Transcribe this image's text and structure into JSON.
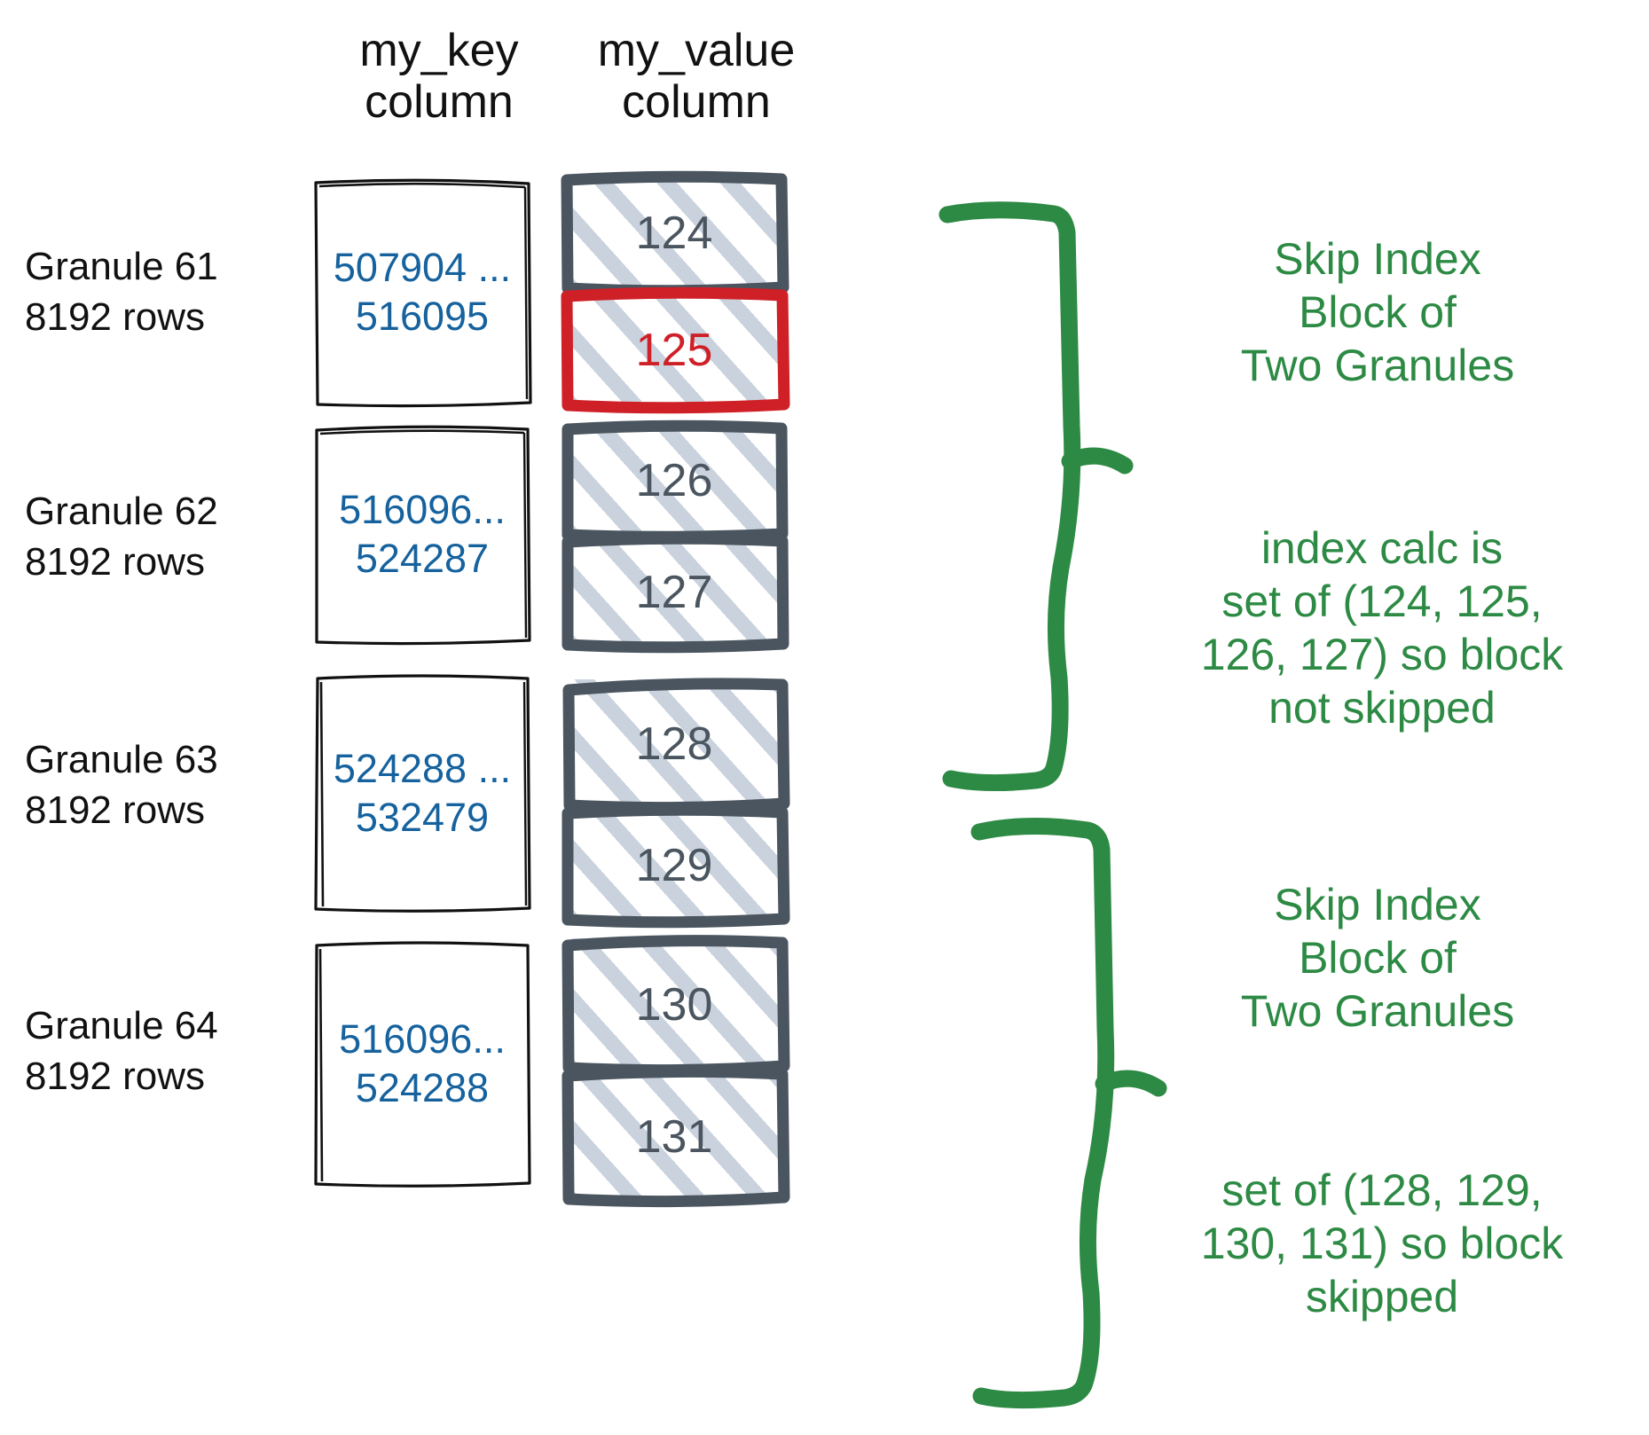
{
  "columns": {
    "key_header": "my_key\ncolumn",
    "value_header": "my_value\ncolumn"
  },
  "colors": {
    "key_text": "#15629e",
    "value_text": "#4a555f",
    "value_border": "#4a555f",
    "highlight": "#cf2027",
    "annotation": "#2d8a44",
    "hatch": "#c6cfdb",
    "label_text": "#111111"
  },
  "granules": [
    {
      "label": "Granule 61\n8192 rows",
      "key_range": "507904 ...\n516095",
      "values": [
        {
          "value": "124",
          "highlighted": false
        },
        {
          "value": "125",
          "highlighted": true
        }
      ]
    },
    {
      "label": "Granule 62\n8192 rows",
      "key_range": "516096...\n524287",
      "values": [
        {
          "value": "126",
          "highlighted": false
        },
        {
          "value": "127",
          "highlighted": false
        }
      ]
    },
    {
      "label": "Granule 63\n8192 rows",
      "key_range": "524288 ...\n532479",
      "values": [
        {
          "value": "128",
          "highlighted": false
        },
        {
          "value": "129",
          "highlighted": false
        }
      ]
    },
    {
      "label": "Granule 64\n8192 rows",
      "key_range": "516096...\n524288",
      "values": [
        {
          "value": "130",
          "highlighted": false
        },
        {
          "value": "131",
          "highlighted": false
        }
      ]
    }
  ],
  "annotations": [
    {
      "id": "block-1-title",
      "text": "Skip Index\nBlock of\nTwo Granules"
    },
    {
      "id": "block-1-calc",
      "text": "index calc is\nset of (124, 125,\n126, 127) so block\nnot skipped"
    },
    {
      "id": "block-2-title",
      "text": "Skip Index\nBlock of\nTwo Granules"
    },
    {
      "id": "block-2-calc",
      "text": "set of (128, 129,\n130, 131) so block\nskipped"
    }
  ]
}
